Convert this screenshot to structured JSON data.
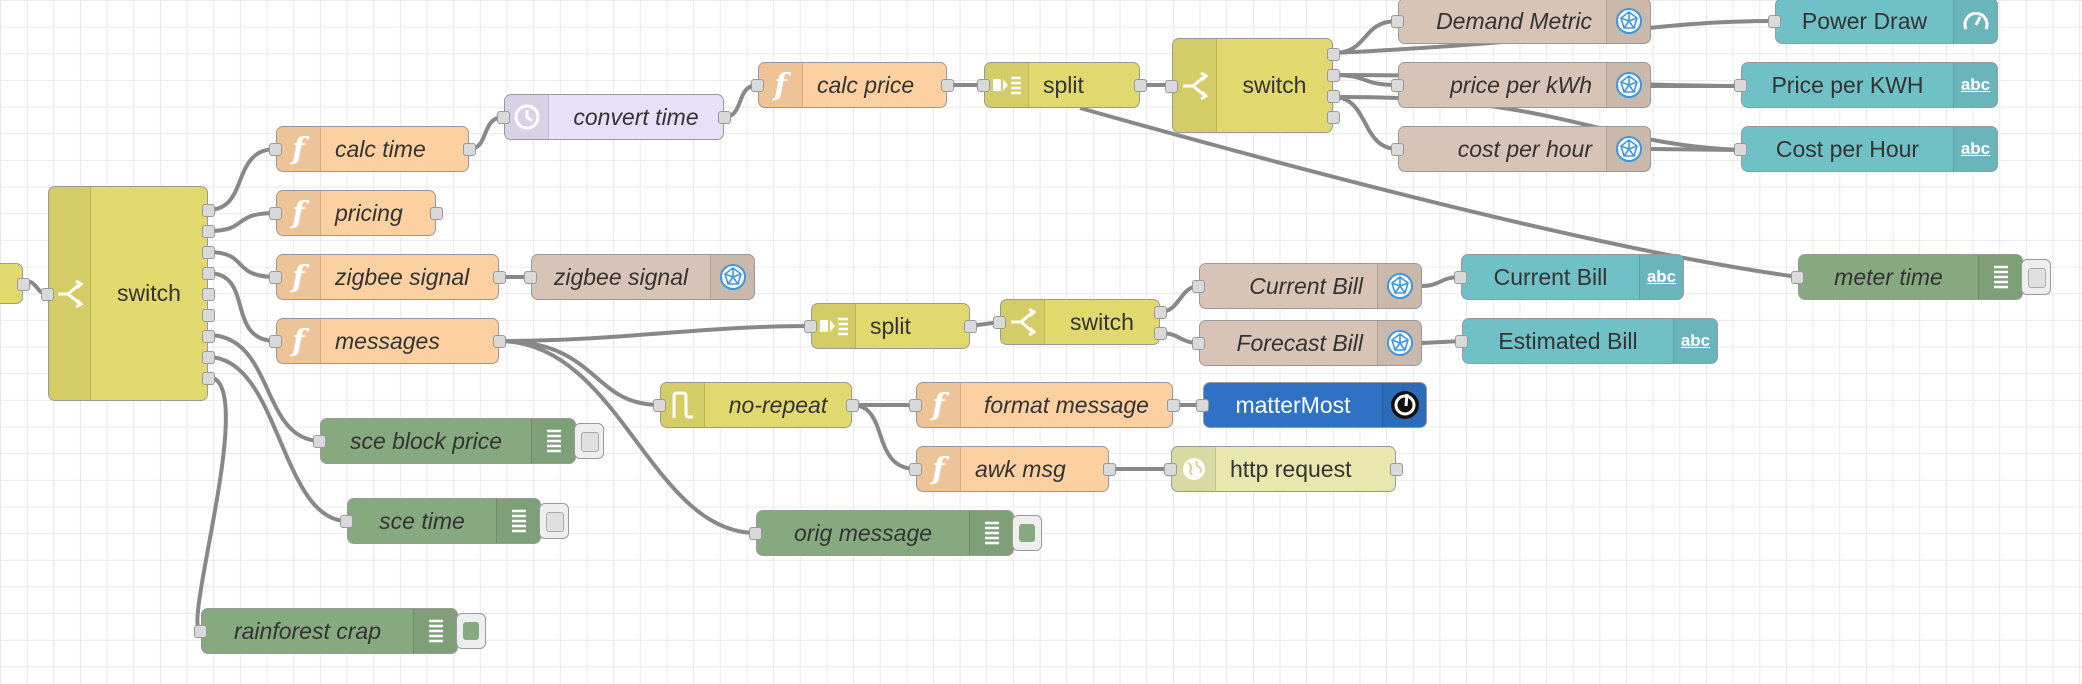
{
  "nodes": {
    "switch_main": "switch",
    "calc_time": "calc time",
    "pricing": "pricing",
    "zigbee_signal_fn": "zigbee signal",
    "zigbee_signal_ha": "zigbee signal",
    "messages": "messages",
    "sce_block_price": "sce block price",
    "sce_time": "sce time",
    "rainforest_crap": "rainforest crap",
    "convert_time": "convert time",
    "calc_price": "calc price",
    "split_top": "split",
    "switch_top": "switch",
    "demand_metric": "Demand Metric",
    "price_per_kwh": "price per kWh",
    "cost_per_hour": "cost per hour",
    "power_draw": "Power Draw",
    "price_per_kwh_ui": "Price per KWH",
    "cost_per_hour_ui": "Cost per Hour",
    "meter_time": "meter time",
    "split_mid": "split",
    "switch_mid": "switch",
    "current_bill": "Current Bill",
    "forecast_bill": "Forecast Bill",
    "current_bill_ui": "Current Bill",
    "estimated_bill_ui": "Estimated Bill",
    "no_repeat": "no-repeat",
    "format_message": "format message",
    "mattermost": "matterMost",
    "awk_msg": "awk msg",
    "http_request": "http request",
    "orig_message": "orig message"
  },
  "glyphs": {
    "function": "f",
    "text": "abc"
  },
  "colors": {
    "switch": "#e2d96e",
    "function": "#fdd0a2",
    "trigger": "#e6e0f8",
    "home_assistant": "#d7c4b6",
    "dashboard": "#70c1c7",
    "debug": "#87a980",
    "mattermost": "#2f72c5",
    "http": "#e7e7ae",
    "wire": "#888888"
  }
}
